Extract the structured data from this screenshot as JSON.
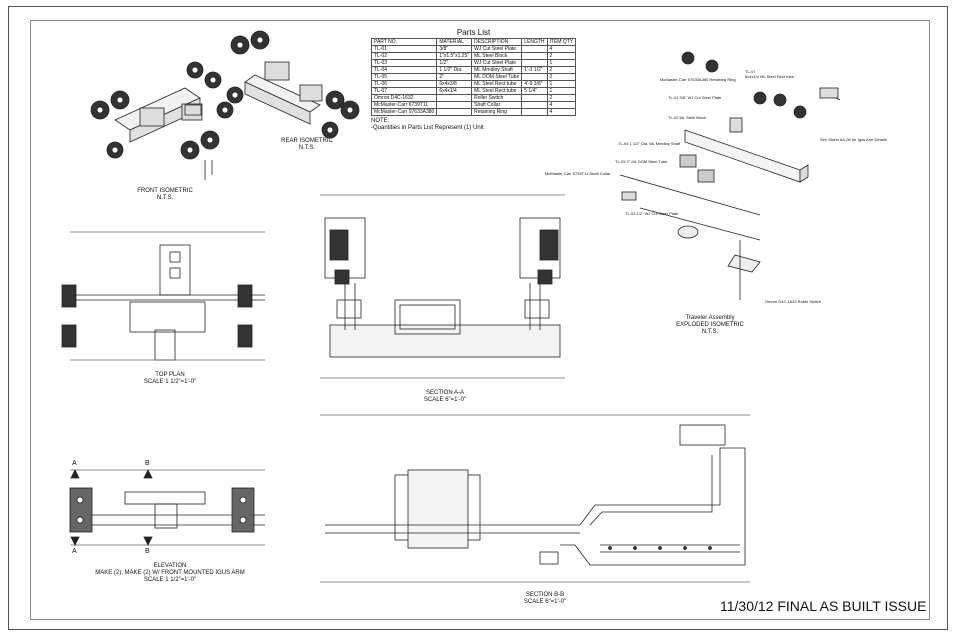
{
  "parts_list": {
    "title": "Parts List",
    "headers": [
      "PART NO.",
      "MATERIAL",
      "DESCRIPTION",
      "LENGTH",
      "ITEM QTY"
    ],
    "rows": [
      [
        "TL-01",
        "3/8\"",
        "WJ Cut Steel Plate",
        "",
        "4"
      ],
      [
        "TL-02",
        "1\"x1.5\"x1.25\"",
        "ML Steel Block",
        "",
        "2"
      ],
      [
        "TL-03",
        "1/2\"",
        "WJ Cut Steel Plate",
        "",
        "1"
      ],
      [
        "TL-04",
        "1 1/2\" Dia.",
        "ML Mmdloy Shaft",
        "1'-3 1/2\"",
        "2"
      ],
      [
        "TL-05",
        "2\"",
        "ML DOM Steel Tube",
        "",
        "2"
      ],
      [
        "TL-06",
        "6x4x3/8",
        "ML Steel Rect tube",
        "4'-9 3/8\"",
        "1"
      ],
      [
        "TL-07",
        "6x4x1/4",
        "ML Steel Rect tube",
        "5 1/4\"",
        "1"
      ],
      [
        "Omron D4C-1632",
        "",
        "Roller Switch",
        "",
        "2"
      ],
      [
        "McMaster-Carr 6739T11",
        "",
        "Shaft Collar",
        "",
        "4"
      ],
      [
        "McMaster-Carr 97633A380",
        "",
        "Retaining Ring",
        "",
        "4"
      ]
    ],
    "note_heading": "NOTE:",
    "note_text": "-Quantities in Parts List Represent (1) Unit"
  },
  "views": {
    "front_iso": [
      "FRONT ISOMETRIC",
      "N.T.S."
    ],
    "rear_iso": [
      "REAR ISOMETRIC",
      "N.T.S."
    ],
    "traveler": [
      "Traveler Assembly",
      "EXPLODED ISOMETRIC",
      "N.T.S."
    ],
    "top_plan": [
      "TOP PLAN",
      "SCALE 1 1/2\"=1'-0\""
    ],
    "section_aa": [
      "SECTION A-A",
      "SCALE 6\"=1'-0\""
    ],
    "elevation": [
      "ELEVATION",
      "MAKE (2), MAKE (2) W/ FRONT MOUNTED IGUS ARM",
      "SCALE 1 1/2\"=1'-0\""
    ],
    "section_bb": [
      "SECTION B-B",
      "SCALE 6\"=1'-0\""
    ]
  },
  "callouts": {
    "traveler": [
      "TL-07",
      "6x4x1/4 ML Steel Rect tube",
      "McMaster-Carr 97633A380 Retaining Ring",
      "TL-01 3/8\" WJ Cut Steel Plate",
      "TL-02 ML Steel Block",
      "TL-05 2\" ML DOM Steel Tube",
      "McMaster-Carr 6739T11 Shaft Collar",
      "TL-04 1 1/2\" Dia. ML Mmdloy Shaft",
      "TL-03 1/2\" WJ Cut Steel Plate",
      "Omron D4C-1632 Roller Switch",
      "See Sheet AA-06 for Igus Arm Details"
    ]
  },
  "section_labels": {
    "a": "A",
    "b": "B"
  },
  "issue_stamp": "11/30/12 FINAL AS BUILT ISSUE"
}
